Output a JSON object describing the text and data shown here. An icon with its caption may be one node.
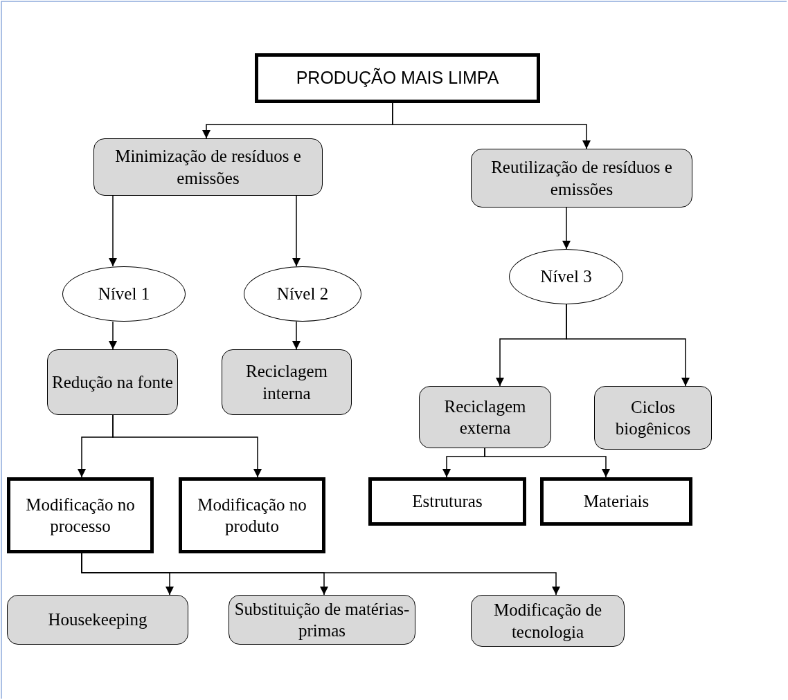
{
  "diagram": {
    "nodes": [
      {
        "text": [
          "PRODUÇÃO MAIS LIMPA"
        ]
      },
      {
        "text": [
          "Minimização de resíduos e emissões"
        ]
      },
      {
        "text": [
          "Reutilização de resíduos e emissões"
        ]
      },
      {
        "text": [
          "Nível 1"
        ]
      },
      {
        "text": [
          "Nível 2"
        ]
      },
      {
        "text": [
          "Nível 3"
        ]
      },
      {
        "text": [
          "Redução na fonte"
        ]
      },
      {
        "text": [
          "Reciclagem interna"
        ]
      },
      {
        "text": [
          "Reciclagem externa"
        ]
      },
      {
        "text": [
          "Ciclos biogênicos"
        ]
      },
      {
        "text": [
          "Modificação no processo"
        ]
      },
      {
        "text": [
          "Modificação no produto"
        ]
      },
      {
        "text": [
          "Estruturas"
        ]
      },
      {
        "text": [
          "Materiais"
        ]
      },
      {
        "text": [
          "Housekeeping"
        ]
      },
      {
        "text": [
          "Substituição de matérias-primas"
        ]
      },
      {
        "text": [
          "Modificação de tecnologia"
        ]
      }
    ],
    "edges": [
      {
        "from": 0,
        "to": 1,
        "arrow": "to"
      },
      {
        "from": 0,
        "to": 2,
        "arrow": "to"
      },
      {
        "from": 1,
        "to": 3,
        "arrow": "to"
      },
      {
        "from": 1,
        "to": 4,
        "arrow": "to"
      },
      {
        "from": 2,
        "to": 5,
        "arrow": "to"
      },
      {
        "from": 3,
        "to": 6,
        "arrow": "to"
      },
      {
        "from": 4,
        "to": 7,
        "arrow": "to"
      },
      {
        "from": 5,
        "to": 8,
        "arrow": "to"
      },
      {
        "from": 5,
        "to": 9,
        "arrow": "to"
      },
      {
        "from": 6,
        "to": 10,
        "arrow": "to"
      },
      {
        "from": 6,
        "to": 11,
        "arrow": "to"
      },
      {
        "from": 8,
        "to": 12,
        "arrow": "to"
      },
      {
        "from": 8,
        "to": 13,
        "arrow": "to"
      },
      {
        "from": 10,
        "to": 14,
        "arrow": "to"
      },
      {
        "from": 10,
        "to": 15,
        "arrow": "to"
      },
      {
        "from": 10,
        "to": 16,
        "arrow": "to"
      }
    ]
  }
}
